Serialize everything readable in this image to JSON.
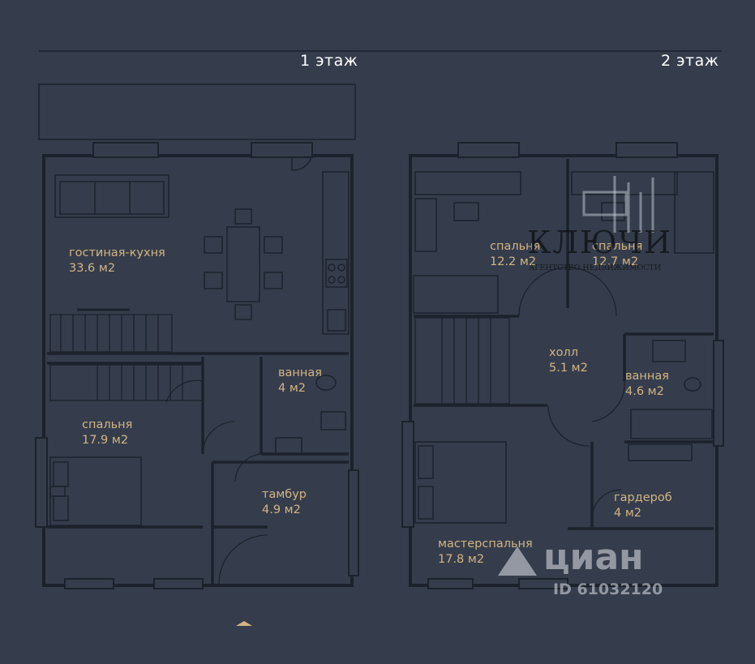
{
  "floors": [
    {
      "title": "1 этаж"
    },
    {
      "title": "2 этаж"
    }
  ],
  "rooms": {
    "living_kitchen": {
      "name": "гостиная-кухня",
      "area": "33.6 м2"
    },
    "bath1": {
      "name": "ванная",
      "area": "4 м2"
    },
    "bedroom1": {
      "name": "спальня",
      "area": "17.9 м2"
    },
    "vestibule": {
      "name": "тамбур",
      "area": "4.9 м2"
    },
    "bedroom2": {
      "name": "спальня",
      "area": "12.2 м2"
    },
    "bedroom3": {
      "name": "спальня",
      "area": "12.7 м2"
    },
    "hall": {
      "name": "холл",
      "area": "5.1 м2"
    },
    "bath2": {
      "name": "ванная",
      "area": "4.6 м2"
    },
    "wardrobe": {
      "name": "гардероб",
      "area": "4 м2"
    },
    "master": {
      "name": "мастерспальня",
      "area": "17.8 м2"
    }
  },
  "watermarks": {
    "agency_name": "КЛЮЧИ",
    "agency_sub": "АГЕНТСТВО НЕДВИЖИМОСТИ",
    "cian_name": "циан",
    "cian_id": "ID 61032120"
  },
  "colors": {
    "background": "#353d4c",
    "walls": "#1c222c",
    "room_label": "#d4b483",
    "floor_label": "#ffffff"
  }
}
